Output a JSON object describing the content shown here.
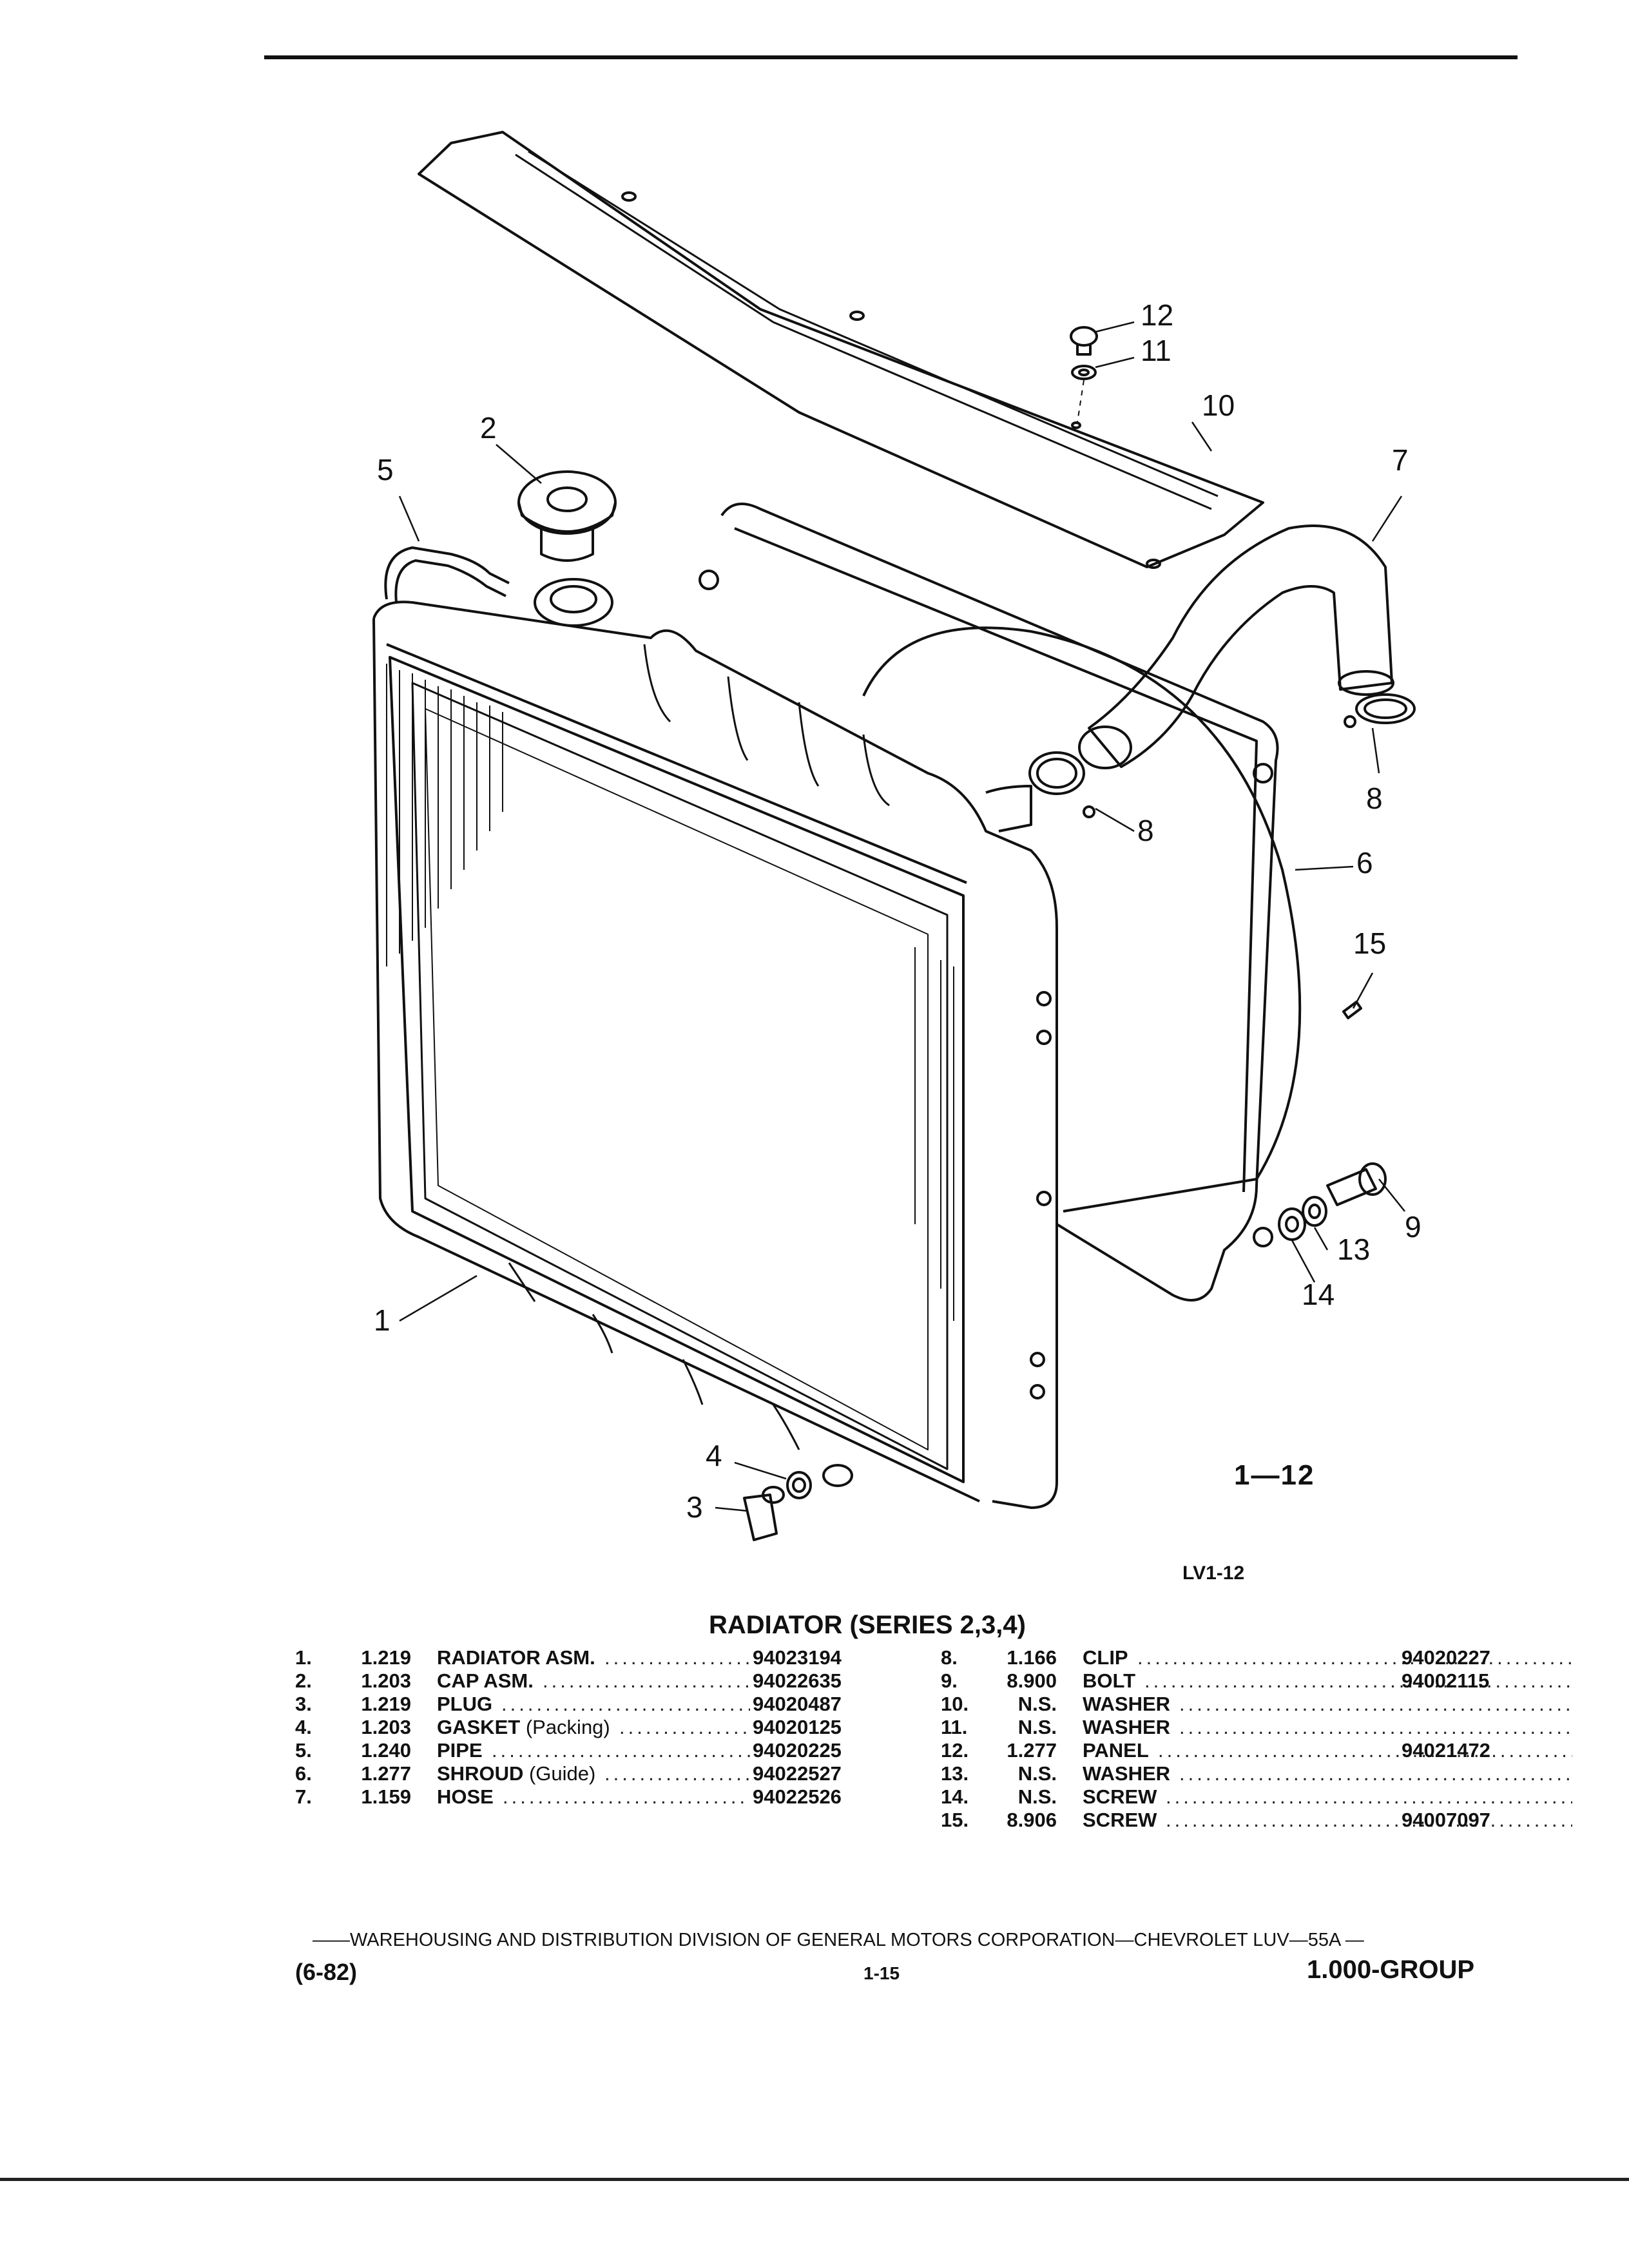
{
  "figure": {
    "label": "1—12",
    "code": "LV1-12",
    "callouts": [
      "1",
      "2",
      "3",
      "4",
      "5",
      "6",
      "7",
      "8",
      "8",
      "9",
      "10",
      "11",
      "12",
      "13",
      "14",
      "15"
    ]
  },
  "title": "RADIATOR (SERIES 2,3,4)",
  "parts_left": [
    {
      "num": "1.",
      "code": "1.219",
      "name": "RADIATOR ASM.",
      "note": "",
      "part": "94023194"
    },
    {
      "num": "2.",
      "code": "1.203",
      "name": "CAP ASM.",
      "note": "",
      "part": "94022635"
    },
    {
      "num": "3.",
      "code": "1.219",
      "name": "PLUG",
      "note": "",
      "part": "94020487"
    },
    {
      "num": "4.",
      "code": "1.203",
      "name": "GASKET",
      "note": "(Packing)",
      "part": "94020125"
    },
    {
      "num": "5.",
      "code": "1.240",
      "name": "PIPE",
      "note": "",
      "part": "94020225"
    },
    {
      "num": "6.",
      "code": "1.277",
      "name": "SHROUD",
      "note": "(Guide)",
      "part": "94022527"
    },
    {
      "num": "7.",
      "code": "1.159",
      "name": "HOSE",
      "note": "",
      "part": "94022526"
    }
  ],
  "parts_right": [
    {
      "num": "8.",
      "code": "1.166",
      "name": "CLIP",
      "note": "",
      "part": "94020227"
    },
    {
      "num": "9.",
      "code": "8.900",
      "name": "BOLT",
      "note": "",
      "part": "94002115"
    },
    {
      "num": "10.",
      "code": "N.S.",
      "name": "WASHER",
      "note": "",
      "part": ""
    },
    {
      "num": "11.",
      "code": "N.S.",
      "name": "WASHER",
      "note": "",
      "part": ""
    },
    {
      "num": "12.",
      "code": "1.277",
      "name": "PANEL",
      "note": "",
      "part": "94021472"
    },
    {
      "num": "13.",
      "code": "N.S.",
      "name": "WASHER",
      "note": "",
      "part": ""
    },
    {
      "num": "14.",
      "code": "N.S.",
      "name": "SCREW",
      "note": "",
      "part": ""
    },
    {
      "num": "15.",
      "code": "8.906",
      "name": "SCREW",
      "note": "",
      "part": "94007097"
    }
  ],
  "footer": {
    "line": "——WAREHOUSING AND DISTRIBUTION  DIVISION OF GENERAL MOTORS CORPORATION—CHEVROLET LUV—55A  —",
    "code": "(6-82)",
    "page": "1-15",
    "group": "1.000-GROUP"
  }
}
